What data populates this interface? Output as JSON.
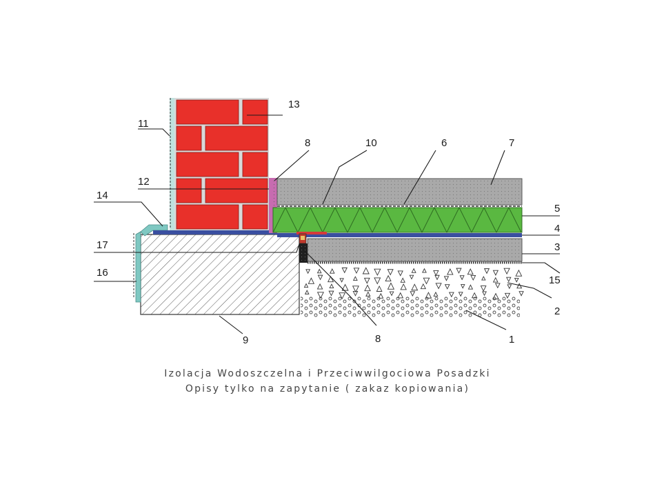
{
  "caption": {
    "line1": "Izolacja Wodoszczelna i Przeciwwilgociowa Posadzki",
    "line2": "Opisy tylko na zapytanie ( zakaz kopiowania)"
  },
  "labels": {
    "l1": "1",
    "l2": "2",
    "l3": "3",
    "l4": "4",
    "l5": "5",
    "l6": "6",
    "l7": "7",
    "l8a": "8",
    "l8b": "8",
    "l9": "9",
    "l10": "10",
    "l11": "11",
    "l12": "12",
    "l13": "13",
    "l14": "14",
    "l15": "15",
    "l16": "16",
    "l17": "17"
  },
  "colors": {
    "brick": "#e8302a",
    "mortar": "#d9d9d9",
    "insulation": "#5ab841",
    "screed": "#a9a9a9",
    "membrane": "#3a4fa0",
    "foundation_hatch": "#555555",
    "wall_coating": "#7fc8c2",
    "sealant": "#c0392b"
  }
}
